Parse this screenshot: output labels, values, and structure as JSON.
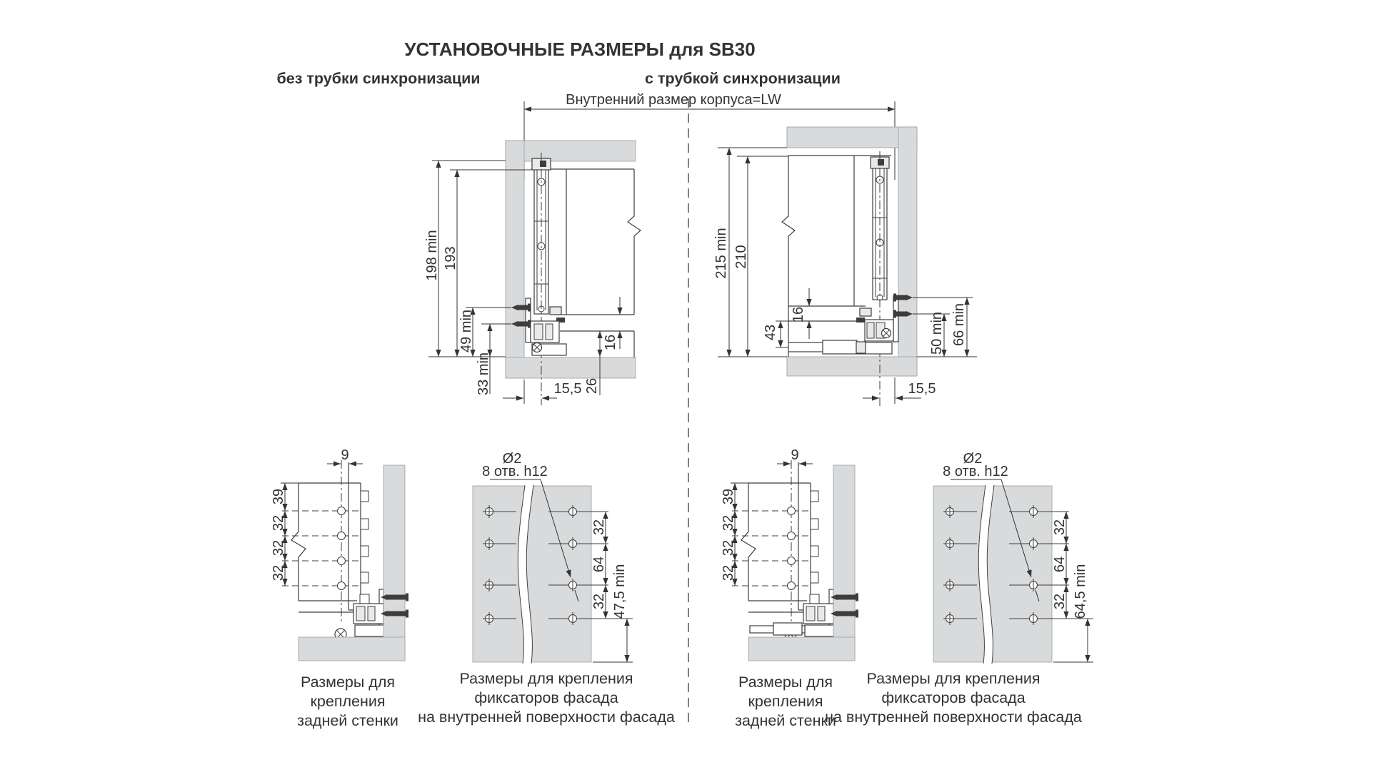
{
  "title": "УСТАНОВОЧНЫЕ РАЗМЕРЫ для SB30",
  "subtitle_left": "без трубки синхронизации",
  "subtitle_right": "с трубкой синхронизации",
  "lw_label": "Внутренний размер корпуса=LW",
  "assembly_no_tube": {
    "cabinet_height_min": "198 min",
    "drawer_height": "193",
    "screw_upper": "49 min",
    "screw_lower": "33 min",
    "bottom_thickness": "16",
    "bottom_clearance": "26",
    "rail_offset": "15,5"
  },
  "assembly_with_tube": {
    "cabinet_height_min": "215 min",
    "drawer_height": "210",
    "bottom_thickness": "16",
    "tube_clearance": "43",
    "screw_lower": "50 min",
    "screw_upper": "66 min",
    "rail_offset": "15,5"
  },
  "back_wall": {
    "hole_offset": "9",
    "row_top": "39",
    "row_2": "32",
    "row_3": "32",
    "row_4": "32",
    "caption": [
      "Размеры для",
      "крепления",
      "задней стенки"
    ]
  },
  "facade": {
    "hole_dia": "Ø2",
    "hole_note": "8 отв. h12",
    "gap_1": "32",
    "gap_2": "64",
    "gap_3": "32",
    "edge_no_tube": "47,5 min",
    "edge_with_tube": "64,5 min",
    "caption": [
      "Размеры для крепления",
      "фиксаторов фасада",
      "на внутренней поверхности фасада"
    ]
  },
  "colors": {
    "panel": "#d8dadb",
    "line": "#3d3d3d",
    "dim": "#333333",
    "background": "#ffffff"
  }
}
